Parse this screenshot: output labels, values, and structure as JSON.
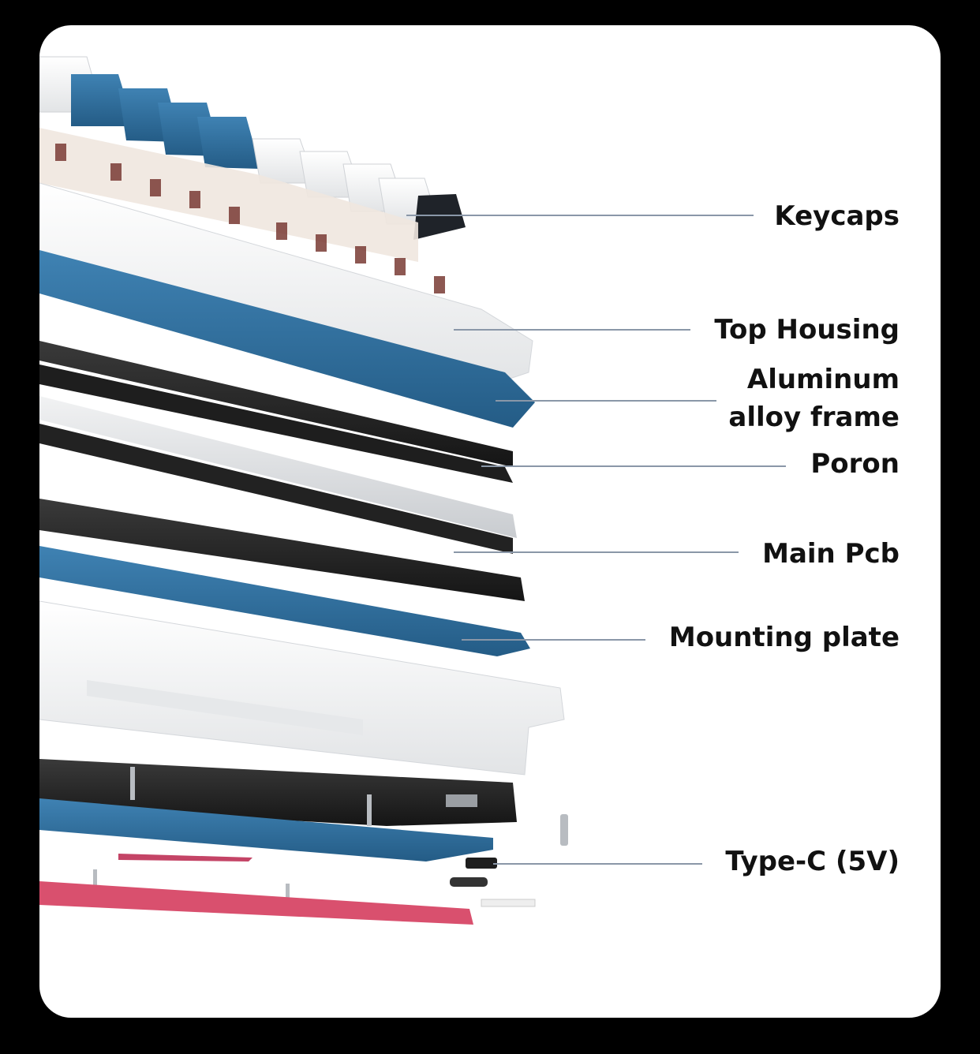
{
  "labels": {
    "keycaps": "Keycaps",
    "top_housing": "Top Housing",
    "aluminum_frame": "Aluminum\nalloy frame",
    "poron": "Poron",
    "main_pcb": "Main Pcb",
    "mounting_plate": "Mounting plate",
    "type_c": "Type-C (5V)"
  },
  "colors": {
    "background": "#000000",
    "card": "#ffffff",
    "label_text": "#111111",
    "leader_line": "#8a97a8",
    "blue_accent": "#2f6e9e",
    "pink_accent": "#d9506e"
  }
}
